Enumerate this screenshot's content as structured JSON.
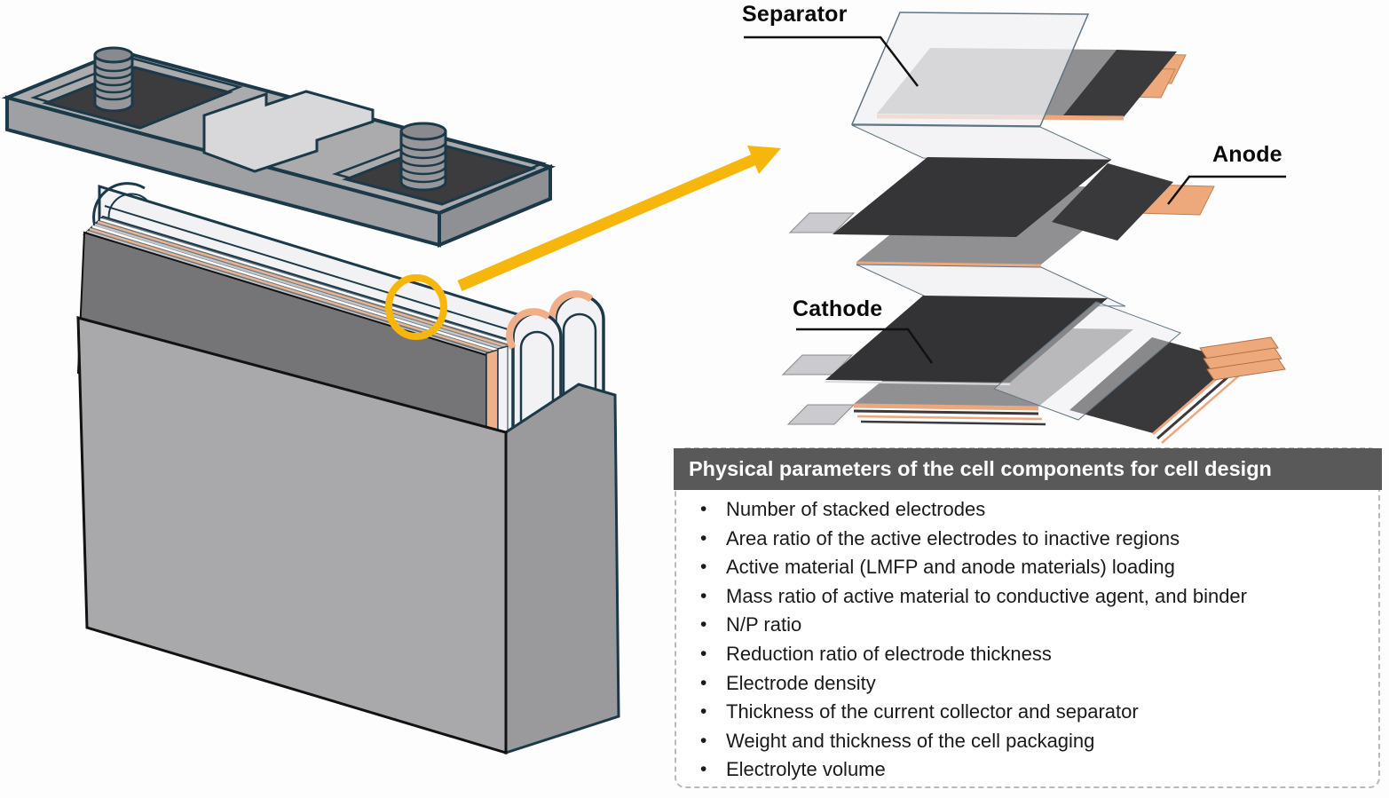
{
  "diagram": {
    "stack_labels": {
      "separator": "Separator",
      "anode": "Anode",
      "cathode": "Cathode"
    }
  },
  "parameters_panel": {
    "title": "Physical parameters of the cell components for cell design",
    "items": [
      "Number of stacked electrodes",
      "Area ratio of the active electrodes to inactive regions",
      "Active material (LMFP and anode materials) loading",
      "Mass ratio of active material to conductive agent, and binder",
      "N/P ratio",
      "Reduction ratio of electrode thickness",
      "Electrode density",
      "Thickness of the current collector and separator",
      "Weight and thickness of the cell packaging",
      "Electrolyte volume"
    ]
  },
  "colors": {
    "accent_yellow": "#F6B60B",
    "panel_header_bg": "#595959",
    "panel_border": "#B9B9B9",
    "copper_tab": "#EDA97C",
    "aluminum_tab": "#CBCBCF",
    "electrode_dark": "#39393B",
    "separator_light": "#F1F1F3",
    "outline_navy": "#1B3948",
    "metal_gray": "#A9A9AC"
  }
}
